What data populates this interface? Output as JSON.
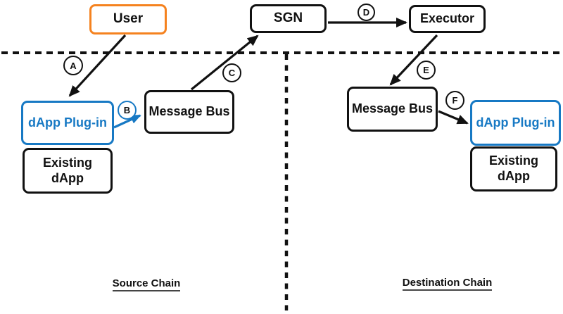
{
  "colors": {
    "accent_orange": "#F5821F",
    "accent_blue": "#1779C4",
    "line_black": "#111111"
  },
  "nodes": {
    "user": "User",
    "sgn": "SGN",
    "executor": "Executor",
    "source_dapp_plugin": "dApp Plug-in",
    "source_existing_dapp": "Existing dApp",
    "source_message_bus": "Message Bus",
    "dest_message_bus": "Message Bus",
    "dest_dapp_plugin": "dApp Plug-in",
    "dest_existing_dapp": "Existing dApp"
  },
  "step_labels": {
    "a": "A",
    "b": "B",
    "c": "C",
    "d": "D",
    "e": "E",
    "f": "F"
  },
  "region_labels": {
    "source": "Source Chain",
    "destination": "Destination Chain"
  }
}
